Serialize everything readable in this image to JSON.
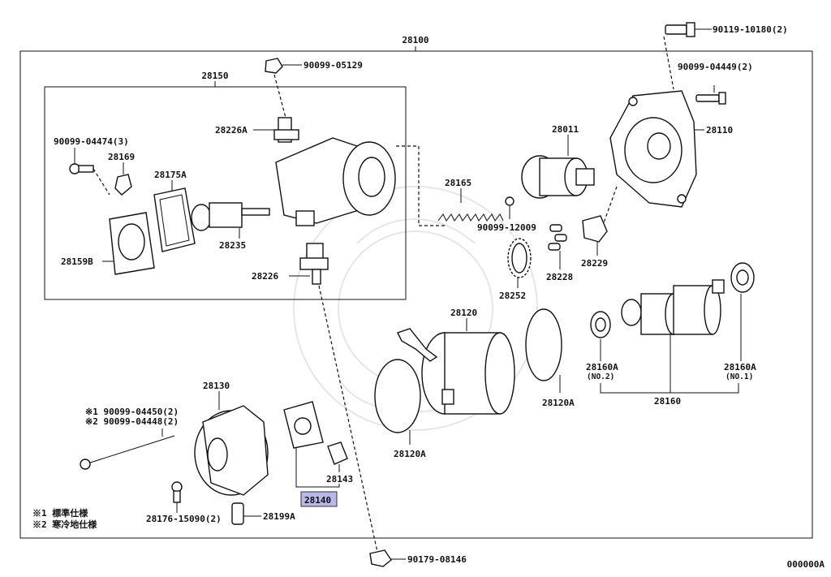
{
  "diagram": {
    "assembly_number": "28100",
    "subassembly_number": "28150",
    "page_code": "000000A",
    "labels": {
      "p90119": "90119-10180(2)",
      "p90099_04449": "90099-04449(2)",
      "p28110": "28110",
      "p90099_05129": "90099-05129",
      "p28150": "28150",
      "p90099_04474": "90099-04474(3)",
      "p28169": "28169",
      "p28175A": "28175A",
      "p28226A": "28226A",
      "p28011": "28011",
      "p28165": "28165",
      "p90099_12009": "90099-12009",
      "p28235": "28235",
      "p28159B": "28159B",
      "p28226": "28226",
      "p28252": "28252",
      "p28228": "28228",
      "p28229": "28229",
      "p28120": "28120",
      "p28120A_right": "28120A",
      "p28120A_left": "28120A",
      "p28160A_no2": "28160A",
      "p28160A_no2_sub": "(NO.2)",
      "p28160A_no1": "28160A",
      "p28160A_no1_sub": "(NO.1)",
      "p28160": "28160",
      "p28130": "28130",
      "p28143": "28143",
      "p28140": "28140",
      "p28199A": "28199A",
      "p28176": "28176-15090(2)",
      "p90179": "90179-08146",
      "bolt_note1": "※1 90099-04450(2)",
      "bolt_note2": "※2 90099-04448(2)",
      "legend1": "※1 標準仕様",
      "legend2": "※2 寒冷地仕様"
    }
  }
}
